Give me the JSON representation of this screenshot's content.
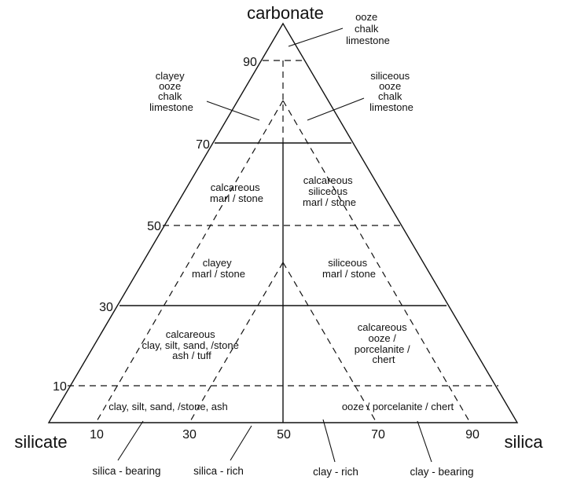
{
  "vertices": {
    "top": "carbonate",
    "left": "silicate",
    "right": "silica"
  },
  "left_ticks": [
    "90",
    "70",
    "50",
    "30",
    "10"
  ],
  "bottom_ticks": [
    "10",
    "30",
    "50",
    "70",
    "90"
  ],
  "regions": {
    "ooze_top": [
      "ooze",
      "chalk",
      "limestone"
    ],
    "clayey_ooze": [
      "clayey",
      "ooze",
      "chalk",
      "limestone"
    ],
    "siliceous_ooze": [
      "siliceous",
      "ooze",
      "chalk",
      "limestone"
    ],
    "calcareous_marl": [
      "calcareous",
      "marl / stone"
    ],
    "calcareous_siliceous_marl": [
      "calcareous",
      "siliceous",
      "marl / stone"
    ],
    "clayey_marl": [
      "clayey",
      "marl / stone"
    ],
    "siliceous_marl": [
      "siliceous",
      "marl / stone"
    ],
    "calcareous_clay": [
      "calcareous",
      "clay, silt, sand, /stone",
      "ash / tuff"
    ],
    "calcareous_ooze": [
      "calcareous",
      "ooze /",
      "porcelanite /",
      "chert"
    ],
    "clay_silt": [
      "clay, silt, sand, /stone, ash"
    ],
    "ooze_porcelanite": [
      "ooze / porcelanite / chert"
    ]
  },
  "bottom_labels": [
    "silica - bearing",
    "silica - rich",
    "clay - rich",
    "clay - bearing"
  ]
}
